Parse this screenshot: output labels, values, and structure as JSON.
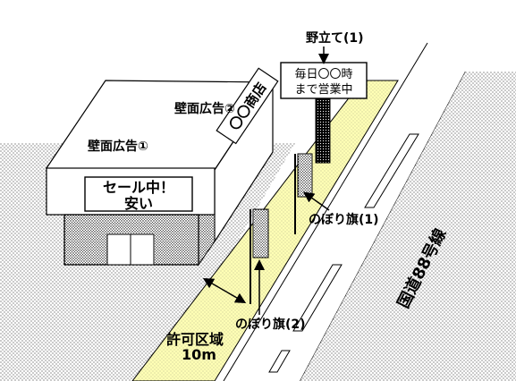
{
  "labels": {
    "nodate": "野立て(1)",
    "sign_line1": "毎日〇〇時",
    "sign_line2": "まで営業中",
    "wall_ad_2": "壁面広告②",
    "wall_ad_1": "壁面広告①",
    "shop_name": "〇〇商店",
    "sale_line1": "セール中！",
    "sale_line2": "安い",
    "nobori_1": "のぼり旗(1)",
    "nobori_2": "のぼり旗(2)",
    "zone_line1": "許可区域",
    "zone_line2": "10m",
    "road_name": "国道88号線"
  },
  "colors": {
    "permit_zone": "#FFFFB5",
    "building_face": "#FFFFFF",
    "dotted_ground": "#000000",
    "outline": "#000000"
  }
}
